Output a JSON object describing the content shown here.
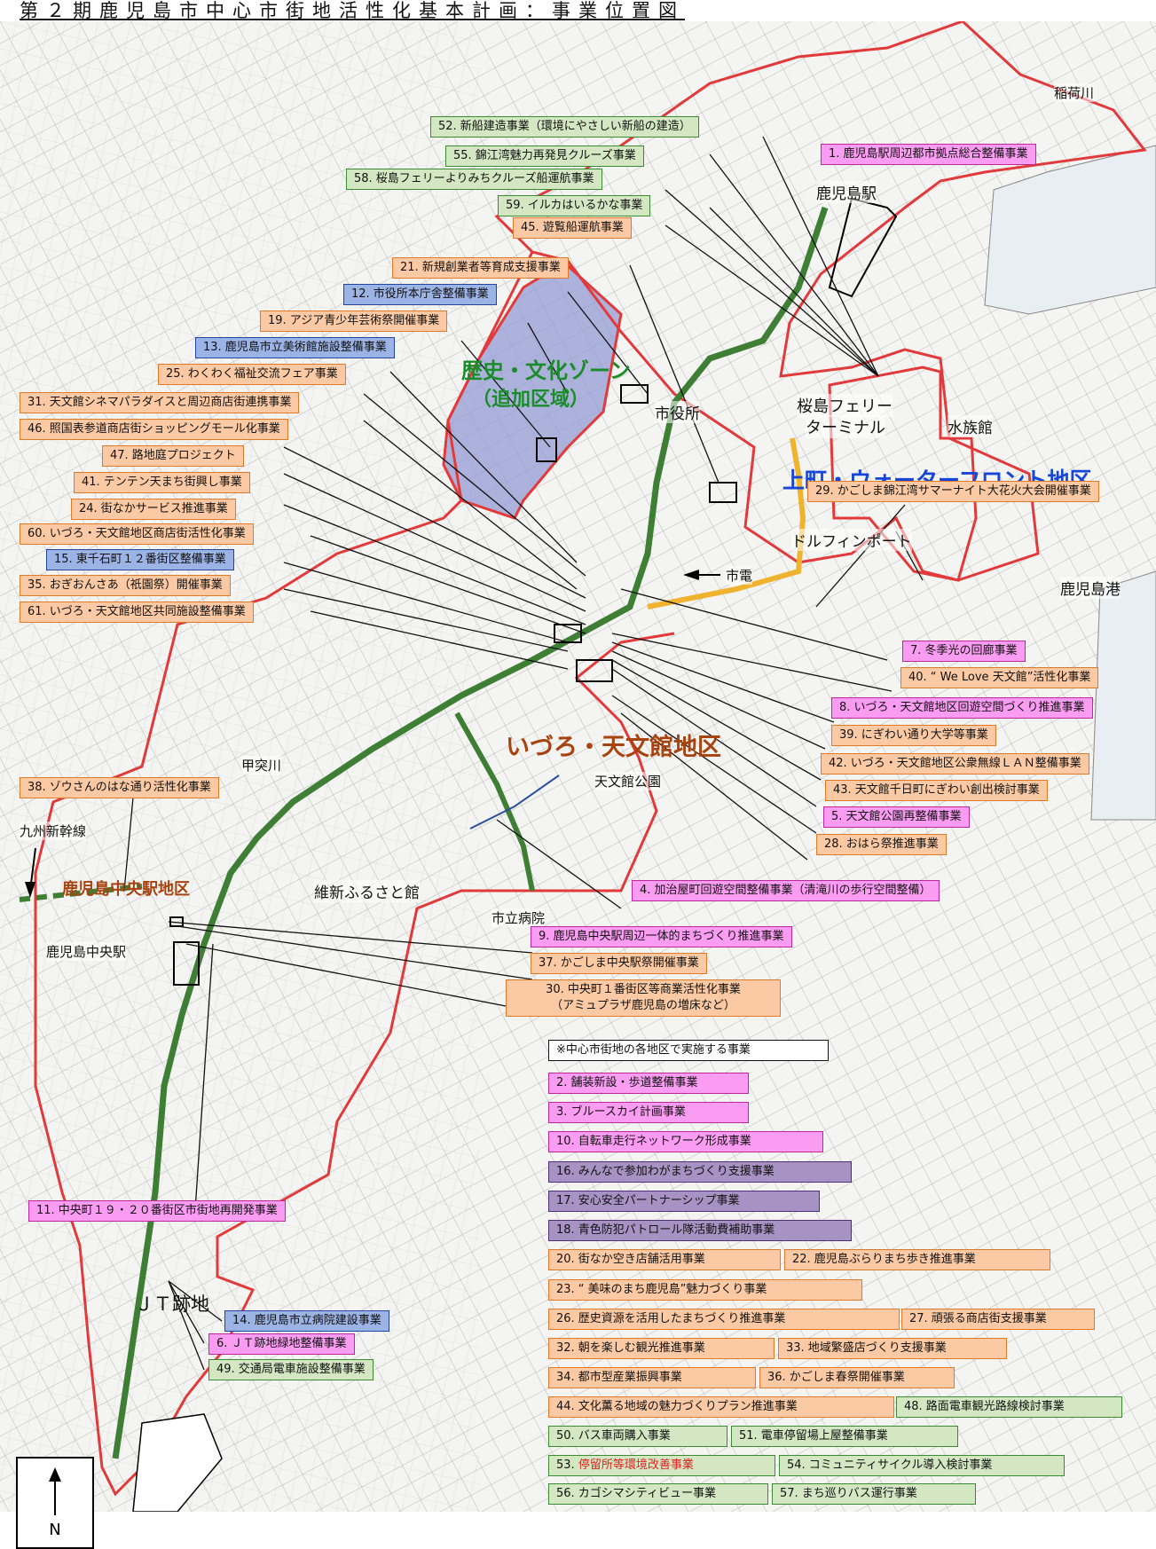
{
  "title": "第２期鹿児島市中心市街地活性化基本計画：事業位置図",
  "colors": {
    "boundary": "#e23a3a",
    "tram_line": "#3f7f35",
    "waterfront_link": "#f0b330",
    "zone_text_green": "#1a8c2a",
    "zone_text_blue": "#1646d8",
    "zone_text_brown": "#a8420f",
    "zone_fill": "#8f96d4"
  },
  "zones": {
    "history_culture": "歴史・文化ゾーン",
    "history_culture_sub": "（追加区域）",
    "waterfront": "上町・ウォーターフロント地区",
    "izuro_tenmonkan": "いづろ・天文館地区",
    "central_station": "鹿児島中央駅地区"
  },
  "places": {
    "inari_river": "稲荷川",
    "kagoshima_station": "鹿児島駅",
    "sakurajima_ferry_1": "桜島フェリー",
    "sakurajima_ferry_2": "ターミナル",
    "aquarium": "水族館",
    "city_hall": "市役所",
    "dolphin_port": "ドルフィンポート",
    "tram": "市電",
    "kagoshima_port": "鹿児島港",
    "kotsuki_river": "甲突川",
    "tenmonkan_park": "天文館公園",
    "kyushu_shinkansen": "九州新幹線",
    "ishin_furusato": "維新ふるさと館",
    "city_hospital": "市立病院",
    "central_station_place": "鹿児島中央駅",
    "jt_site": "ＪＴ跡地"
  },
  "north_label": "N",
  "projects": {
    "p52": {
      "label": "52. 新船建造事業（環境にやさしい新船の建造）",
      "category": "green"
    },
    "p55": {
      "label": "55. 錦江湾魅力再発見クルーズ事業",
      "category": "green"
    },
    "p58": {
      "label": "58. 桜島フェリーよりみちクルーズ船運航事業",
      "category": "green"
    },
    "p59": {
      "label": "59. イルカはいるかな事業",
      "category": "green"
    },
    "p45": {
      "label": "45. 遊覧船運航事業",
      "category": "orange"
    },
    "p21": {
      "label": "21. 新規創業者等育成支援事業",
      "category": "orange"
    },
    "p12": {
      "label": "12. 市役所本庁舎整備事業",
      "category": "blue"
    },
    "p19": {
      "label": "19. アジア青少年芸術祭開催事業",
      "category": "orange"
    },
    "p13": {
      "label": "13. 鹿児島市立美術館施設整備事業",
      "category": "blue"
    },
    "p25": {
      "label": "25. わくわく福祉交流フェア事業",
      "category": "orange"
    },
    "p31": {
      "label": "31. 天文館シネマパラダイスと周辺商店街連携事業",
      "category": "orange"
    },
    "p46": {
      "label": "46. 照国表参道商店街ショッピングモール化事業",
      "category": "orange"
    },
    "p47": {
      "label": "47. 路地庭プロジェクト",
      "category": "orange"
    },
    "p41": {
      "label": "41. テンテン天まち街興し事業",
      "category": "orange"
    },
    "p24": {
      "label": "24. 街なかサービス推進事業",
      "category": "orange"
    },
    "p60": {
      "label": "60. いづろ・天文館地区商店街活性化事業",
      "category": "orange"
    },
    "p15": {
      "label": "15. 東千石町１２番街区整備事業",
      "category": "blue"
    },
    "p35": {
      "label": "35. おぎおんさあ（祇園祭）開催事業",
      "category": "orange"
    },
    "p61": {
      "label": "61. いづろ・天文館地区共同施設整備事業",
      "category": "orange"
    },
    "p38": {
      "label": "38. ゾウさんのはな通り活性化事業",
      "category": "orange"
    },
    "p1": {
      "label": "1. 鹿児島駅周辺都市拠点総合整備事業",
      "category": "magenta"
    },
    "p29": {
      "label": "29. かごしま錦江湾サマーナイト大花火大会開催事業",
      "category": "orange"
    },
    "p7": {
      "label": "7. 冬季光の回廊事業",
      "category": "magenta"
    },
    "p40": {
      "label": "40. “ We Love 天文館”活性化事業",
      "category": "orange"
    },
    "p8": {
      "label": "8. いづろ・天文館地区回遊空間づくり推進事業",
      "category": "magenta"
    },
    "p39": {
      "label": "39. にぎわい通り大学等事業",
      "category": "orange"
    },
    "p42": {
      "label": "42. いづろ・天文館地区公衆無線ＬＡＮ整備事業",
      "category": "orange"
    },
    "p43": {
      "label": "43. 天文館千日町にぎわい創出検討事業",
      "category": "orange"
    },
    "p5": {
      "label": "5. 天文館公園再整備事業",
      "category": "magenta"
    },
    "p28": {
      "label": "28. おはら祭推進事業",
      "category": "orange"
    },
    "p4": {
      "label": "4. 加治屋町回遊空間整備事業（清滝川の歩行空間整備）",
      "category": "magenta"
    },
    "p9": {
      "label": "9. 鹿児島中央駅周辺一体的まちづくり推進事業",
      "category": "magenta"
    },
    "p37": {
      "label": "37. かごしま中央駅祭開催事業",
      "category": "orange"
    },
    "p30a": {
      "label": "30. 中央町１番街区等商業活性化事業",
      "category": "orange"
    },
    "p30b": {
      "label": "（アミュプラザ鹿児島の増床など）"
    },
    "p11": {
      "label": "11. 中央町１９・２０番街区市街地再開発事業",
      "category": "magenta"
    },
    "p14": {
      "label": "14. 鹿児島市立病院建設事業",
      "category": "blue"
    },
    "p6": {
      "label": "6. ＪＴ跡地緑地整備事業",
      "category": "magenta"
    },
    "p49": {
      "label": "49. 交通局電車施設整備事業",
      "category": "green"
    },
    "note": {
      "label": "※中心市街地の各地区で実施する事業",
      "category": "white"
    },
    "p2": {
      "label": "2. 舗装新設・歩道整備事業",
      "category": "magenta"
    },
    "p3": {
      "label": "3. ブルースカイ計画事業",
      "category": "magenta"
    },
    "p10": {
      "label": "10. 自転車走行ネットワーク形成事業",
      "category": "magenta"
    },
    "p16": {
      "label": "16. みんなで参加わがまちづくり支援事業",
      "category": "purple"
    },
    "p17": {
      "label": "17. 安心安全パートナーシップ事業",
      "category": "purple"
    },
    "p18": {
      "label": "18. 青色防犯パトロール隊活動費補助事業",
      "category": "purple"
    },
    "p20": {
      "label": "20. 街なか空き店舗活用事業",
      "category": "orange"
    },
    "p22": {
      "label": "22. 鹿児島ぶらりまち歩き推進事業",
      "category": "orange"
    },
    "p23": {
      "label": "23. “ 美味のまち鹿児島”魅力づくり事業",
      "category": "orange"
    },
    "p26": {
      "label": "26. 歴史資源を活用したまちづくり推進事業",
      "category": "orange"
    },
    "p27": {
      "label": "27. 頑張る商店街支援事業",
      "category": "orange"
    },
    "p32": {
      "label": "32. 朝を楽しむ観光推進事業",
      "category": "orange"
    },
    "p33": {
      "label": "33. 地域繁盛店づくり支援事業",
      "category": "orange"
    },
    "p34": {
      "label": "34. 都市型産業振興事業",
      "category": "orange"
    },
    "p36": {
      "label": "36. かごしま春祭開催事業",
      "category": "orange"
    },
    "p44": {
      "label": "44. 文化薫る地域の魅力づくりプラン推進事業",
      "category": "orange"
    },
    "p48": {
      "label": "48. 路面電車観光路線検討事業",
      "category": "green"
    },
    "p50": {
      "label": "50. バス車両購入事業",
      "category": "green"
    },
    "p51": {
      "label": "51. 電車停留場上屋整備事業",
      "category": "green"
    },
    "p53": {
      "label": "53.",
      "label_red": "停留所等環境改善事業",
      "category": "green"
    },
    "p54": {
      "label": "54. コミュニティサイクル導入検討事業",
      "category": "green"
    },
    "p56": {
      "label": "56. カゴシマシティビュー事業",
      "category": "green"
    },
    "p57": {
      "label": "57. まち巡りバス運行事業",
      "category": "green"
    }
  }
}
